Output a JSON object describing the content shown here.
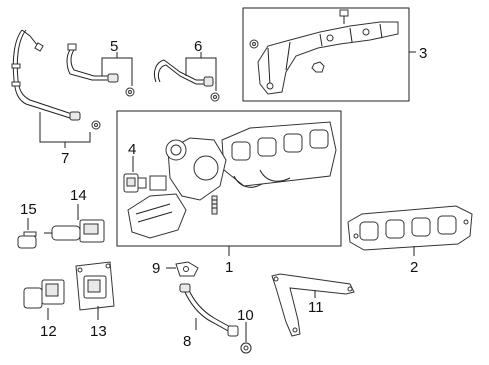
{
  "callouts": [
    {
      "id": "c1",
      "text": "1"
    },
    {
      "id": "c2",
      "text": "2"
    },
    {
      "id": "c3",
      "text": "3"
    },
    {
      "id": "c4",
      "text": "4"
    },
    {
      "id": "c5",
      "text": "5"
    },
    {
      "id": "c6",
      "text": "6"
    },
    {
      "id": "c7",
      "text": "7"
    },
    {
      "id": "c8",
      "text": "8"
    },
    {
      "id": "c9",
      "text": "9"
    },
    {
      "id": "c10",
      "text": "10"
    },
    {
      "id": "c11",
      "text": "11"
    },
    {
      "id": "c12",
      "text": "12"
    },
    {
      "id": "c13",
      "text": "13"
    },
    {
      "id": "c14",
      "text": "14"
    },
    {
      "id": "c15",
      "text": "15"
    }
  ]
}
